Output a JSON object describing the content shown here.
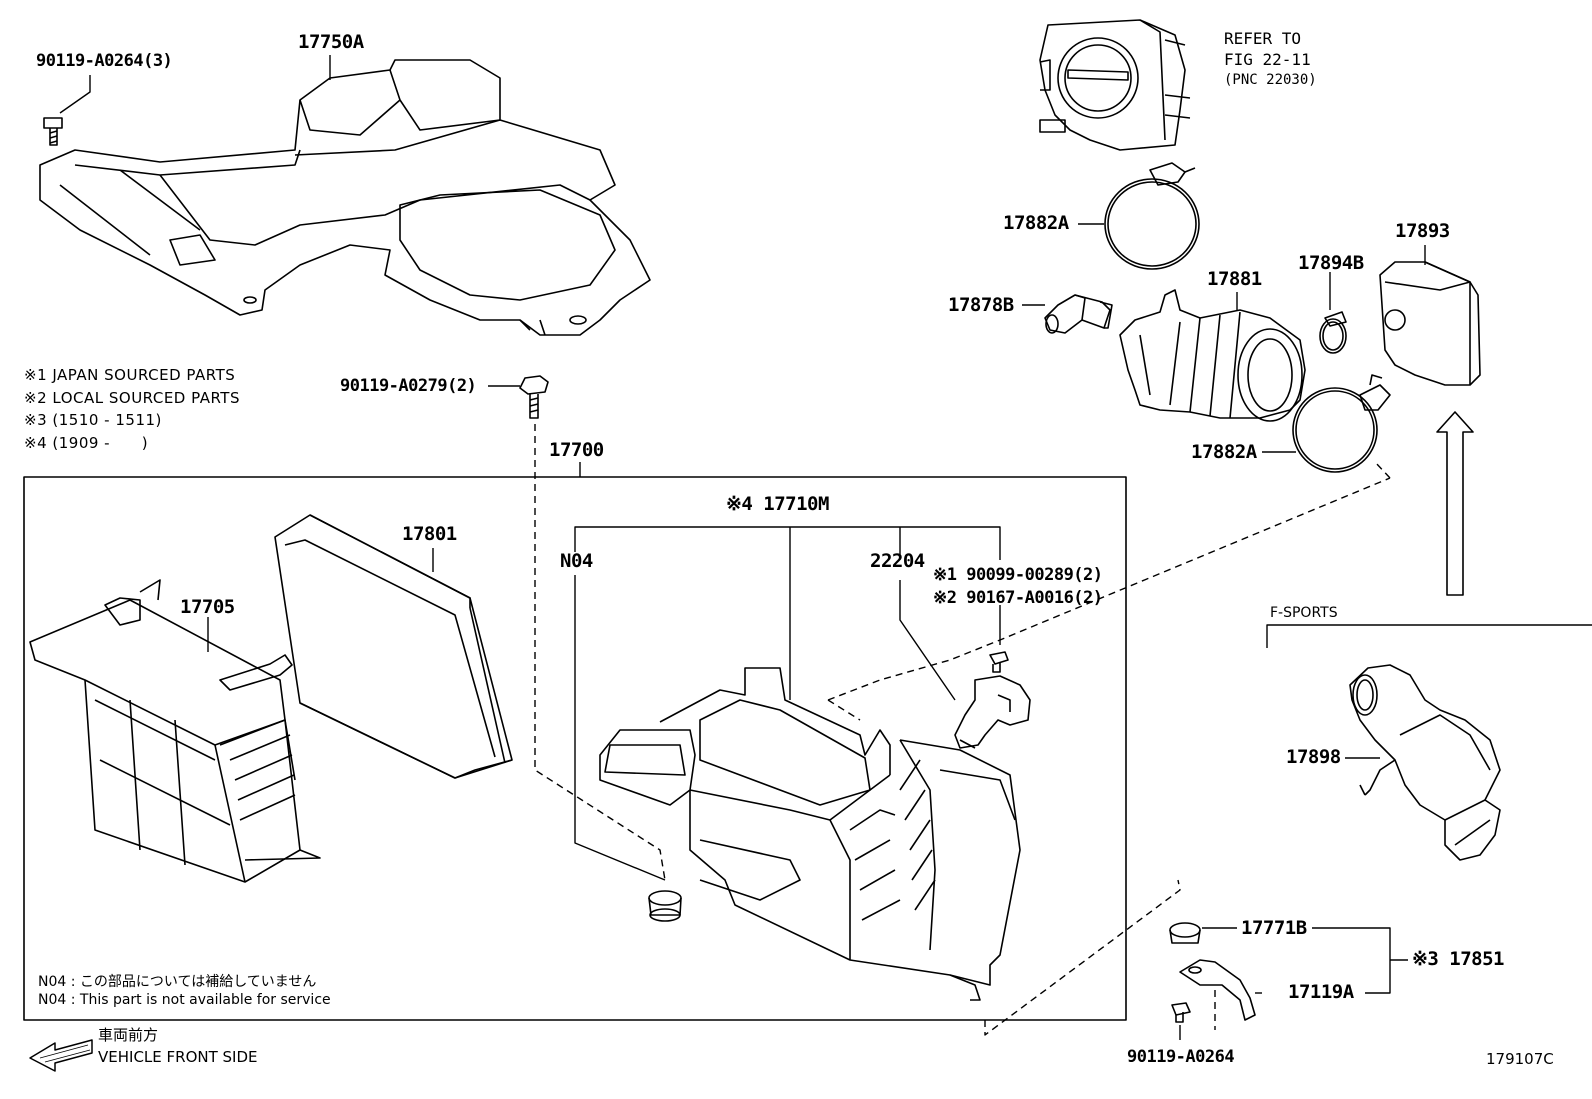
{
  "diagram_id": "179107C",
  "throttle_ref": {
    "line1": "REFER TO",
    "line2": "FIG 22-11",
    "line3": "(PNC 22030)"
  },
  "legend": [
    "※1 JAPAN SOURCED PARTS",
    "※2 LOCAL SOURCED PARTS",
    "※3 (1510 - 1511)",
    "※4 (1909 -      )"
  ],
  "parts": {
    "p17750A": "17750A",
    "p90119_A0264_3": "90119-A0264(3)",
    "p90119_A0279_2": "90119-A0279(2)",
    "p17700": "17700",
    "p17801": "17801",
    "p17705": "17705",
    "p17710M": "※4 17710M",
    "pN04": "N04",
    "p22204": "22204",
    "p90099": "※1 90099-00289(2)",
    "p90167": "※2 90167-A0016(2)",
    "p17882A_top": "17882A",
    "p17878B": "17878B",
    "p17881": "17881",
    "p17894B": "17894B",
    "p17893": "17893",
    "p17882A_bot": "17882A",
    "p17898": "17898",
    "p17771B": "17771B",
    "p17851": "※3 17851",
    "p17119A": "17119A",
    "p90119_A0264": "90119-A0264"
  },
  "fsports_label": "F-SPORTS",
  "notes": {
    "n04_jp": "N04 : この部品については補給していません",
    "n04_en": "N04 : This part is not available for service"
  },
  "front": {
    "jp": "車両前方",
    "en": "VEHICLE FRONT SIDE"
  }
}
